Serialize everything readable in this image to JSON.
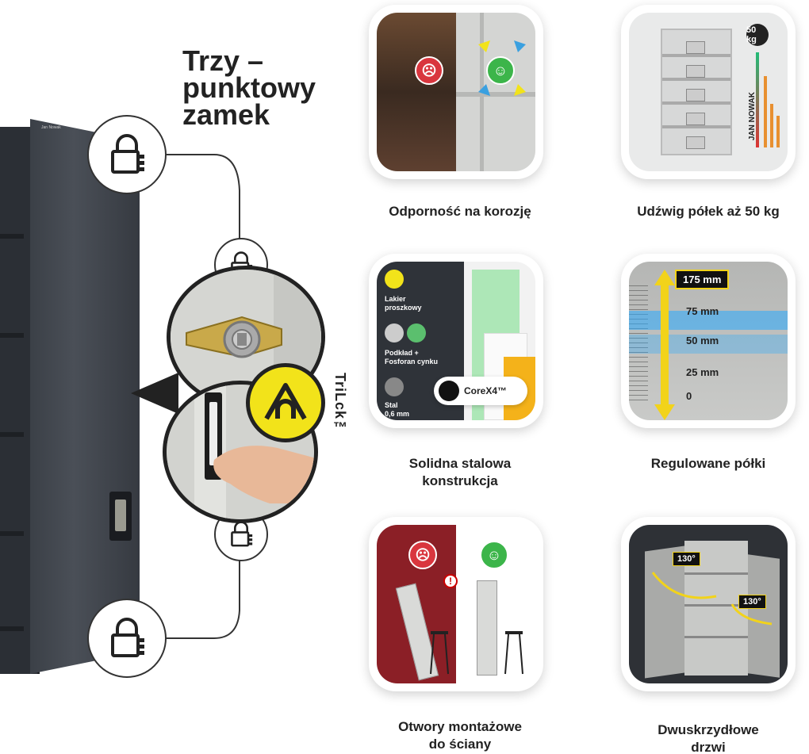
{
  "title": {
    "line1": "Trzy –",
    "line2": "punktowy",
    "line3": "zamek"
  },
  "cabinet": {
    "brand": "Jan Nowak"
  },
  "trilock": {
    "label": "TriLck™"
  },
  "features": [
    {
      "id": "corrosion",
      "caption": "Odporność na korozję"
    },
    {
      "id": "load",
      "caption": "Udźwig półek aż 50 kg",
      "badge": "50 kg",
      "brand_vertical": "JAN NOWAK",
      "weight_label": "50 kg"
    },
    {
      "id": "construction",
      "caption_line1": "Solidna stalowa",
      "caption_line2": "konstrukcja",
      "labels": {
        "paint_line1": "Lakier",
        "paint_line2": "proszkowy",
        "primer_line1": "Podkład +",
        "primer_line2": "Fosforan cynku",
        "steel_line1": "Stal",
        "steel_line2": "0,6 mm"
      },
      "corex": "CoreX4™"
    },
    {
      "id": "shelves",
      "caption": "Regulowane półki",
      "heights": [
        "175 mm",
        "75 mm",
        "50 mm",
        "25 mm",
        "0"
      ]
    },
    {
      "id": "wallmount",
      "caption_line1": "Otwory montażowe",
      "caption_line2": "do ściany",
      "warn": "!"
    },
    {
      "id": "doors",
      "caption_line1": "Dwuskrzydłowe",
      "caption_line2": "drzwi",
      "angle1": "130°",
      "angle2": "130°"
    }
  ],
  "colors": {
    "accent_yellow": "#f2e31a",
    "dark": "#222222",
    "red": "#d9363e",
    "green": "#3cb54a",
    "blue_band": "#28aaff"
  }
}
